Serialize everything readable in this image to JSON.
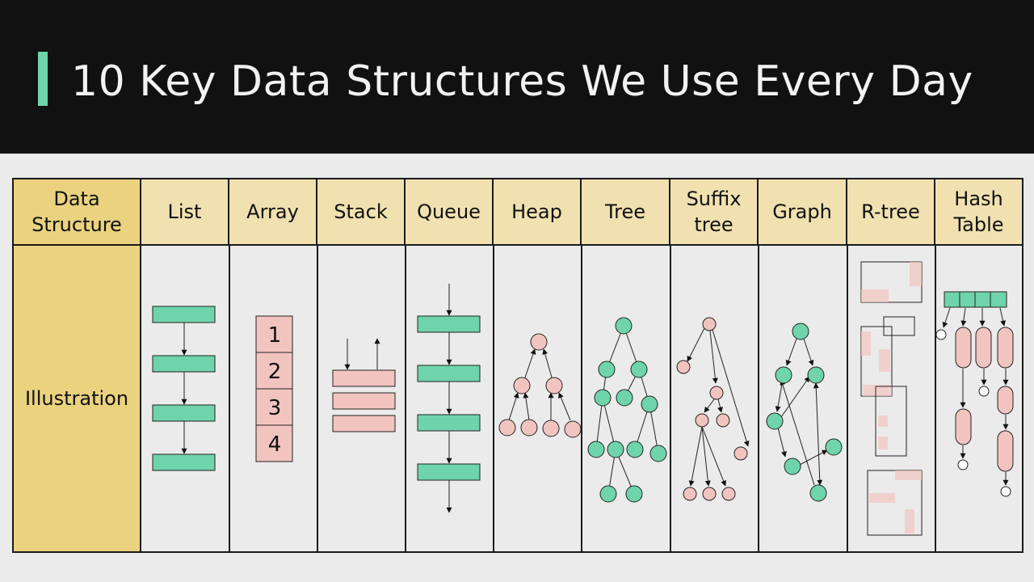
{
  "title": "10 Key Data Structures We Use Every Day",
  "colors": {
    "header_bg": "#111111",
    "accent": "#6fd4ab",
    "label_col": "#ead27f",
    "header_cells": "#f1e1b0",
    "node_green": "#6fd4ab",
    "node_pink": "#f2c4c0"
  },
  "table": {
    "corner_label": "Data Structure",
    "row_label": "Illustration",
    "columns": [
      {
        "label": "List"
      },
      {
        "label": "Array"
      },
      {
        "label": "Stack"
      },
      {
        "label": "Queue"
      },
      {
        "label": "Heap"
      },
      {
        "label": "Tree"
      },
      {
        "label": "Suffix tree"
      },
      {
        "label": "Graph"
      },
      {
        "label": "R-tree"
      },
      {
        "label": "Hash Table"
      }
    ]
  },
  "array_values": [
    "1",
    "2",
    "3",
    "4"
  ]
}
